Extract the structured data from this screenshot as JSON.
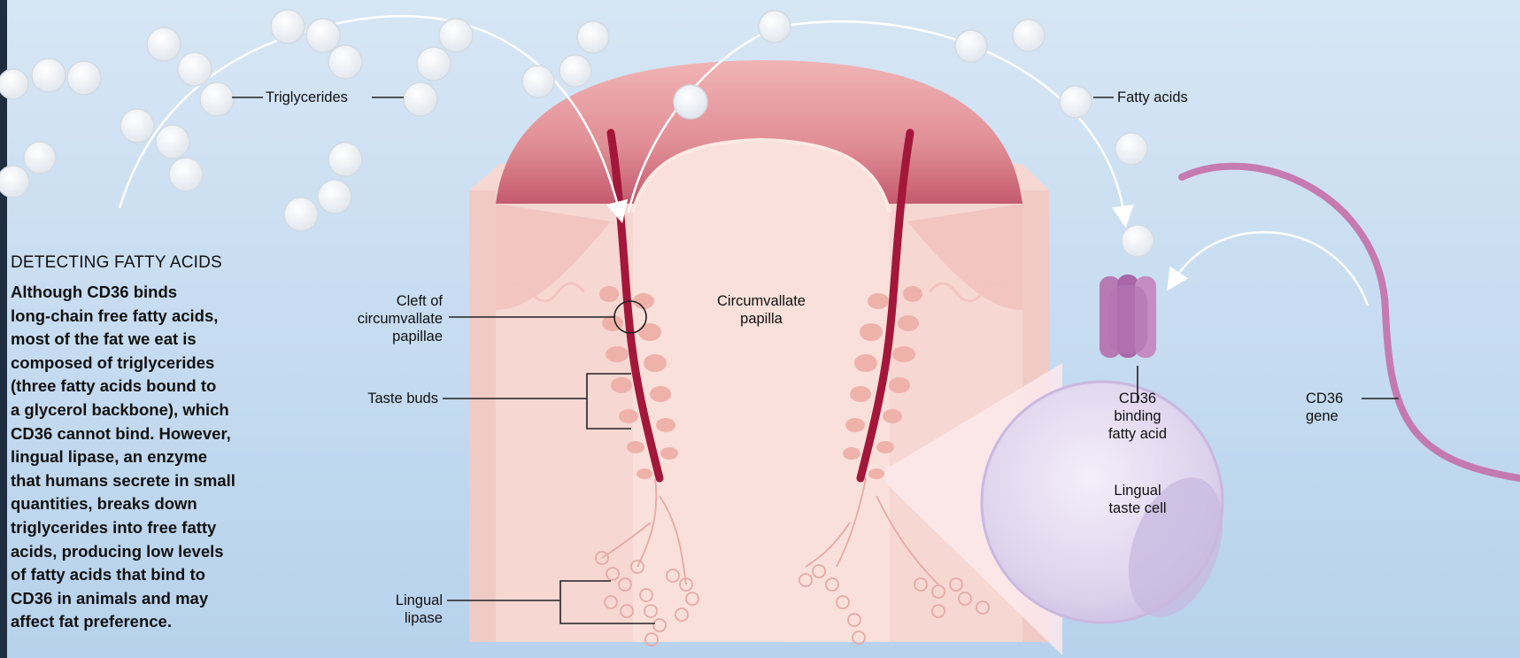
{
  "title": "DETECTING FATTY ACIDS",
  "description": "Although CD36 binds\nlong-chain free fatty acids,\nmost of the fat we eat is\ncomposed of triglycerides\n(three fatty acids bound to\na glycerol backbone), which\nCD36 cannot bind. However,\nlingual lipase, an enzyme\nthat humans secrete in small\nquantities, breaks down\ntriglycerides into free fatty\nacids, producing low levels\nof fatty acids that bind to\nCD36 in animals and may\naffect fat preference.",
  "labels": {
    "triglycerides": "Triglycerides",
    "fatty_acids": "Fatty acids",
    "cleft": "Cleft of\ncircumvallate\npapillae",
    "papilla": "Circumvallate\npapilla",
    "taste_buds": "Taste buds",
    "lingual_lipase": "Lingual\nlipase",
    "cd36_binding": "CD36\nbinding\nfatty acid",
    "taste_cell": "Lingual\ntaste cell",
    "cd36_gene": "CD36\ngene"
  },
  "colors": {
    "background": "#cfe1f3",
    "tissue": "#f6d7d2",
    "papilla_top": "#e49a9f",
    "cleft": "#a3173a",
    "taste_bud": "#eeb2ab",
    "cell": "#ddd2ec",
    "receptor": "#b77ab5",
    "gene_strand": "#c468a4",
    "molecule": "#f5f5f5",
    "arrow": "#ffffff",
    "text": "#111111"
  }
}
